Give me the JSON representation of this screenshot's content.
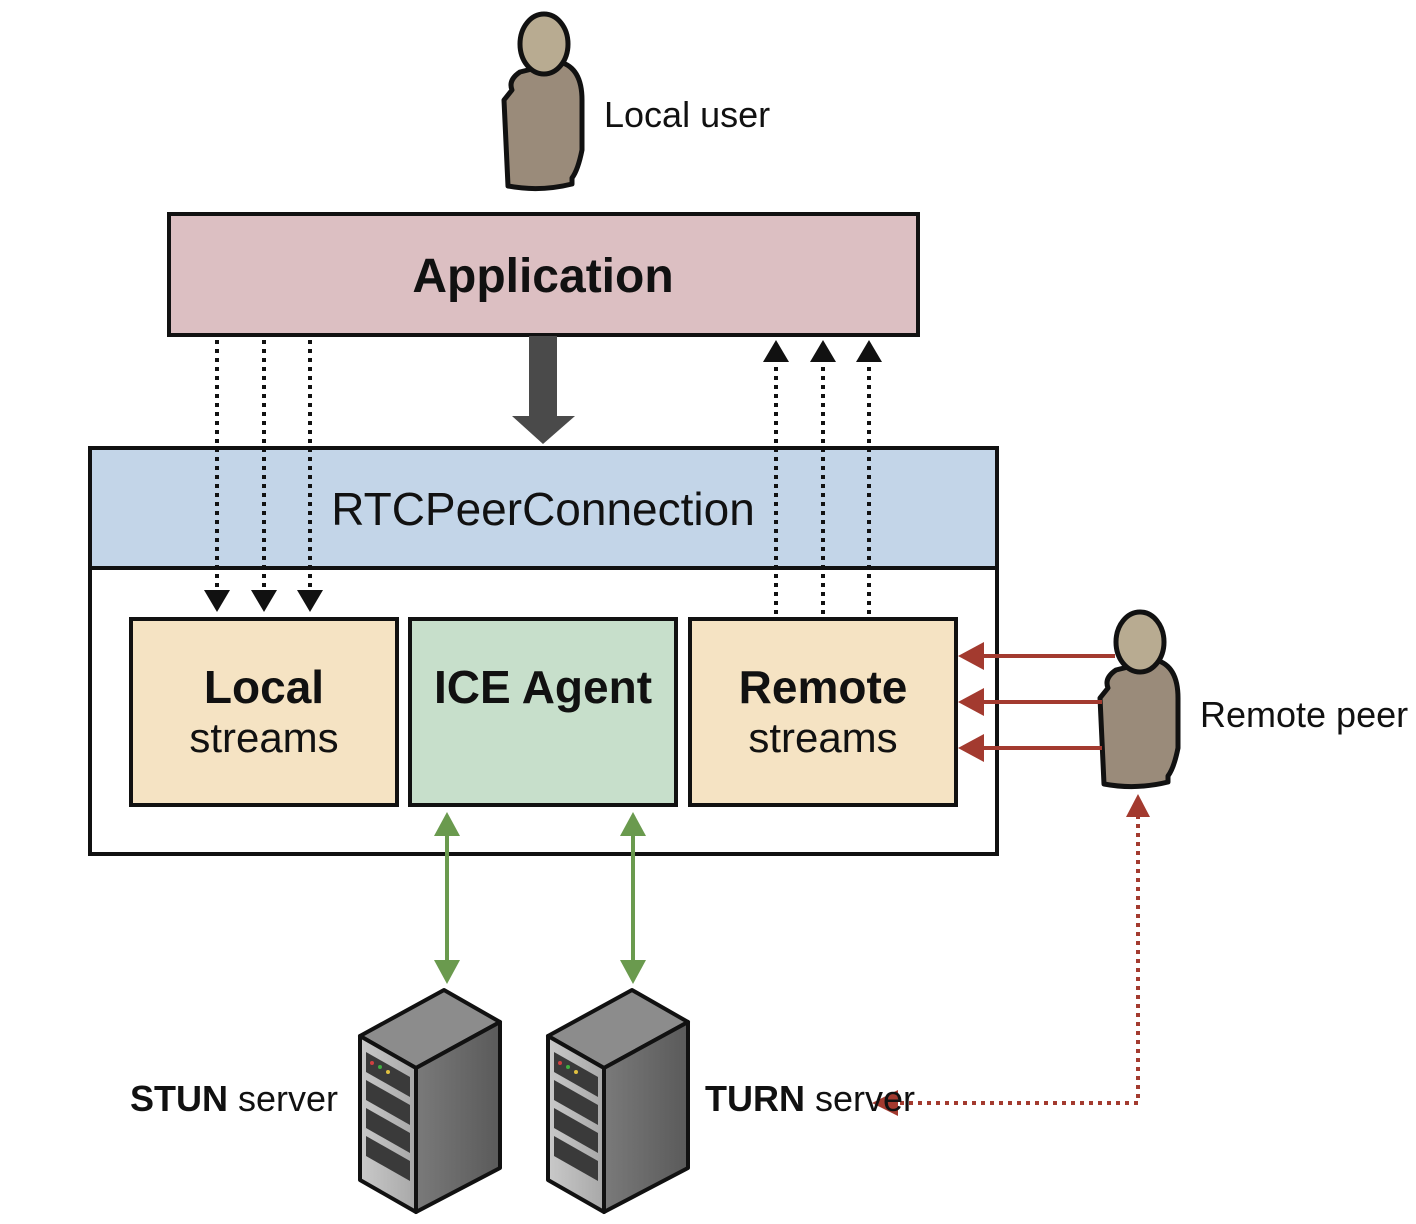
{
  "actors": {
    "local_user": "Local user",
    "remote_peer": "Remote peer"
  },
  "boxes": {
    "application": "Application",
    "peer_connection": "RTCPeerConnection",
    "local_streams": {
      "line1": "Local",
      "line2": "streams"
    },
    "ice_agent": "ICE Agent",
    "remote_streams": {
      "line1": "Remote",
      "line2": "streams"
    }
  },
  "servers": {
    "stun": {
      "bold": "STUN",
      "rest": " server"
    },
    "turn": {
      "bold": "TURN",
      "rest": " server"
    }
  },
  "colors": {
    "application_fill": "#dcbfc2",
    "peer_connection_fill": "#c3d5e8",
    "streams_fill": "#f5e3c3",
    "ice_agent_fill": "#c7dfcb",
    "person_fill": "#9a8b7a",
    "person_head": "#b8ab91",
    "server_arrow": "#6a9a4e",
    "remote_arrow": "#a33a2f",
    "main_arrow": "#4a4a4a"
  }
}
